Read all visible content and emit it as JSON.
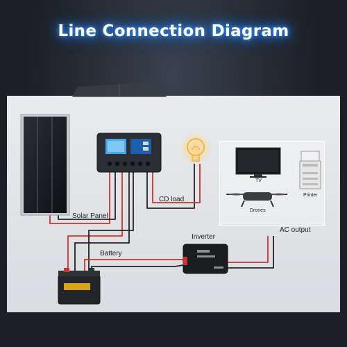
{
  "title": "Line Connection Diagram",
  "labels": {
    "solar_panel": "Solar Panel",
    "cd_load": "CD load",
    "battery": "Battery",
    "inverter": "Inverter",
    "ac_output": "AC output",
    "tv": "TV",
    "drones": "Drones",
    "printer": "Printer"
  },
  "colors": {
    "title_glow": "#2f8dff",
    "wire_red": "#d0332e",
    "wire_black": "#222222",
    "bulb_glow": "#f4b63c"
  }
}
